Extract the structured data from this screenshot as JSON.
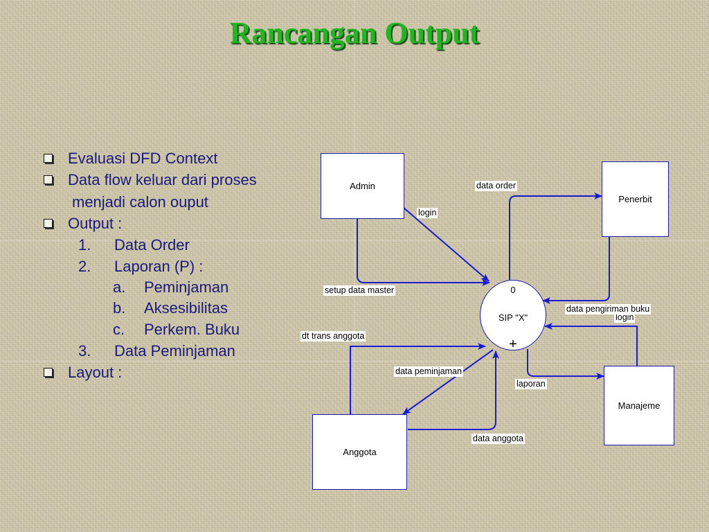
{
  "slide": {
    "title": "Rancangan Output"
  },
  "bullets": {
    "b1": "Evaluasi DFD Context",
    "b2_line1": "Data flow keluar dari proses",
    "b2_line2": "menjadi calon ouput",
    "b3": "Output  :",
    "n1": "1.",
    "n1_text": "Data Order",
    "n2": "2.",
    "n2_text": "Laporan (P) :",
    "a": "a.",
    "a_text": "Peminjaman",
    "b": "b.",
    "b_text": "Aksesibilitas",
    "c": "c.",
    "c_text": "Perkem. Buku",
    "n3": "3.",
    "n3_text": "Data Peminjaman",
    "b4": "Layout :"
  },
  "diagram": {
    "entities": {
      "admin": "Admin",
      "penerbit": "Penerbit",
      "manajeme": "Manajeme",
      "anggota": "Anggota"
    },
    "process": {
      "number": "0",
      "name": "SIP \"X\"",
      "marker": "+"
    },
    "flows": {
      "data_order": "data order",
      "login_admin": "login",
      "setup_data_master": "setup data master",
      "data_pengiriman_buku": "data pengiriman buku",
      "login_manajeme": "login",
      "dt_trans_anggota": "dt trans anggota",
      "data_peminjaman": "data peminjaman",
      "laporan": "laporan",
      "data_anggota": "data anggota"
    },
    "colors": {
      "line": "#1a1ad0",
      "title": "#22b522",
      "text": "#1a1a7a"
    }
  }
}
